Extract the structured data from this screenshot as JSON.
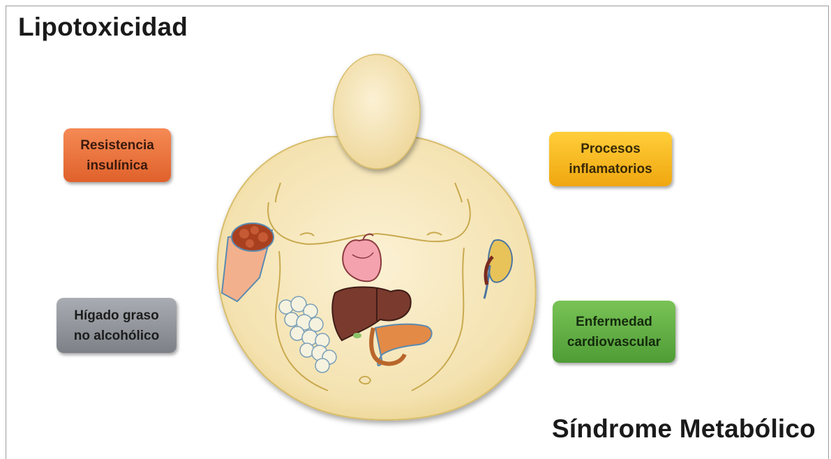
{
  "title": "Lipotoxicidad",
  "subtitle": "Síndrome Metabólico",
  "boxes": {
    "resistencia": {
      "line1": "Resistencia",
      "line2": "insulínica",
      "color": "#ec7440"
    },
    "procesos": {
      "line1": "Procesos",
      "line2": "inflamatorios",
      "color": "#f7b92a"
    },
    "higado": {
      "line1": "Hígado graso",
      "line2": "no alcohólico",
      "color": "#95989d"
    },
    "enfermedad": {
      "line1": "Enfermedad",
      "line2": "cardiovascular",
      "color": "#62b044"
    }
  },
  "illustration": {
    "body_color": "#f6e7bb",
    "outline_color": "#c9a94f",
    "organs": [
      "muscle-icon",
      "heart-icon",
      "liver-icon",
      "pancreas-icon",
      "adipose-tissue-icon",
      "artery-icon"
    ]
  }
}
